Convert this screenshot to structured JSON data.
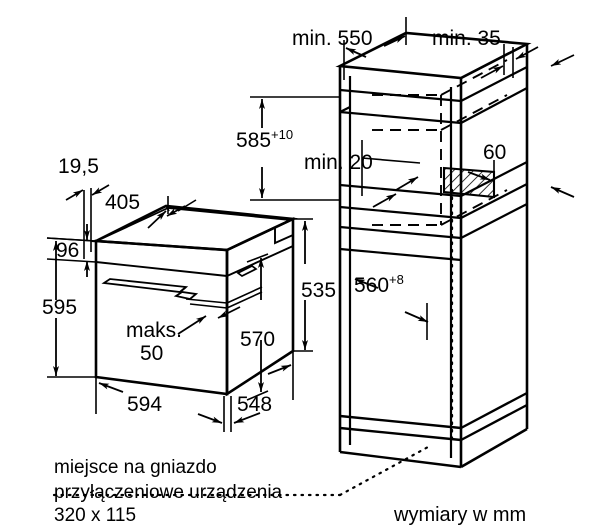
{
  "document": {
    "type": "installation-dimension-drawing",
    "units_note": "wymiary w mm",
    "line_color": "#000000",
    "background_color": "#ffffff"
  },
  "oven_view": {
    "title": "built-in oven isometric view",
    "dimensions": {
      "depth_top_offset": "19,5",
      "top_depth": "405",
      "control_panel_height": "96",
      "total_height": "595",
      "front_width": "594",
      "side_depth": "548",
      "body_height": "535",
      "cavity_height": "570",
      "gap_label": "maks.",
      "gap_value": "50"
    }
  },
  "cabinet_view": {
    "title": "cabinet niche isometric view",
    "dimensions": {
      "min_depth": "min. 550",
      "min_rear_gap": "min. 35",
      "niche_height": "585",
      "niche_height_tolerance": "+10",
      "min_shelf_gap": "min. 20",
      "socket_height": "60",
      "niche_width": "560",
      "niche_width_tolerance": "+8"
    }
  },
  "annotations": {
    "socket_note_line1": "miejsce na gniazdo",
    "socket_note_line2": "przyłączeniowe urządzenia",
    "socket_note_line3": "320 x 115",
    "units": "wymiary w mm"
  }
}
